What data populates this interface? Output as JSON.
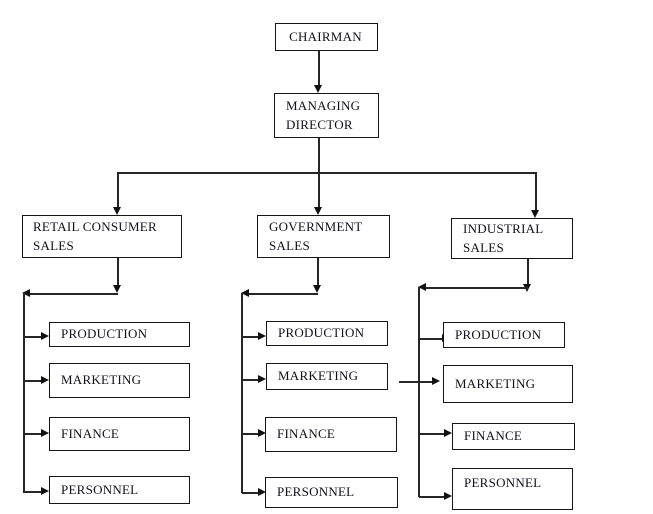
{
  "diagram": {
    "type": "org-chart",
    "colors": {
      "background": "#ffffff",
      "line": "#262626",
      "text": "#10101a"
    },
    "nodes": {
      "chairman": {
        "label": "CHAIRMAN"
      },
      "managing_director": {
        "label": "MANAGING DIRECTOR"
      },
      "branches": [
        {
          "label": "RETAIL CONSUMER SALES",
          "departments": [
            "PRODUCTION",
            "MARKETING",
            "FINANCE",
            "PERSONNEL"
          ]
        },
        {
          "label": "GOVERNMENT SALES",
          "departments": [
            "PRODUCTION",
            "MARKETING",
            "FINANCE",
            "PERSONNEL"
          ]
        },
        {
          "label": "INDUSTRIAL SALES",
          "departments": [
            "PRODUCTION",
            "MARKETING",
            "FINANCE",
            "PERSONNEL"
          ]
        }
      ]
    }
  }
}
